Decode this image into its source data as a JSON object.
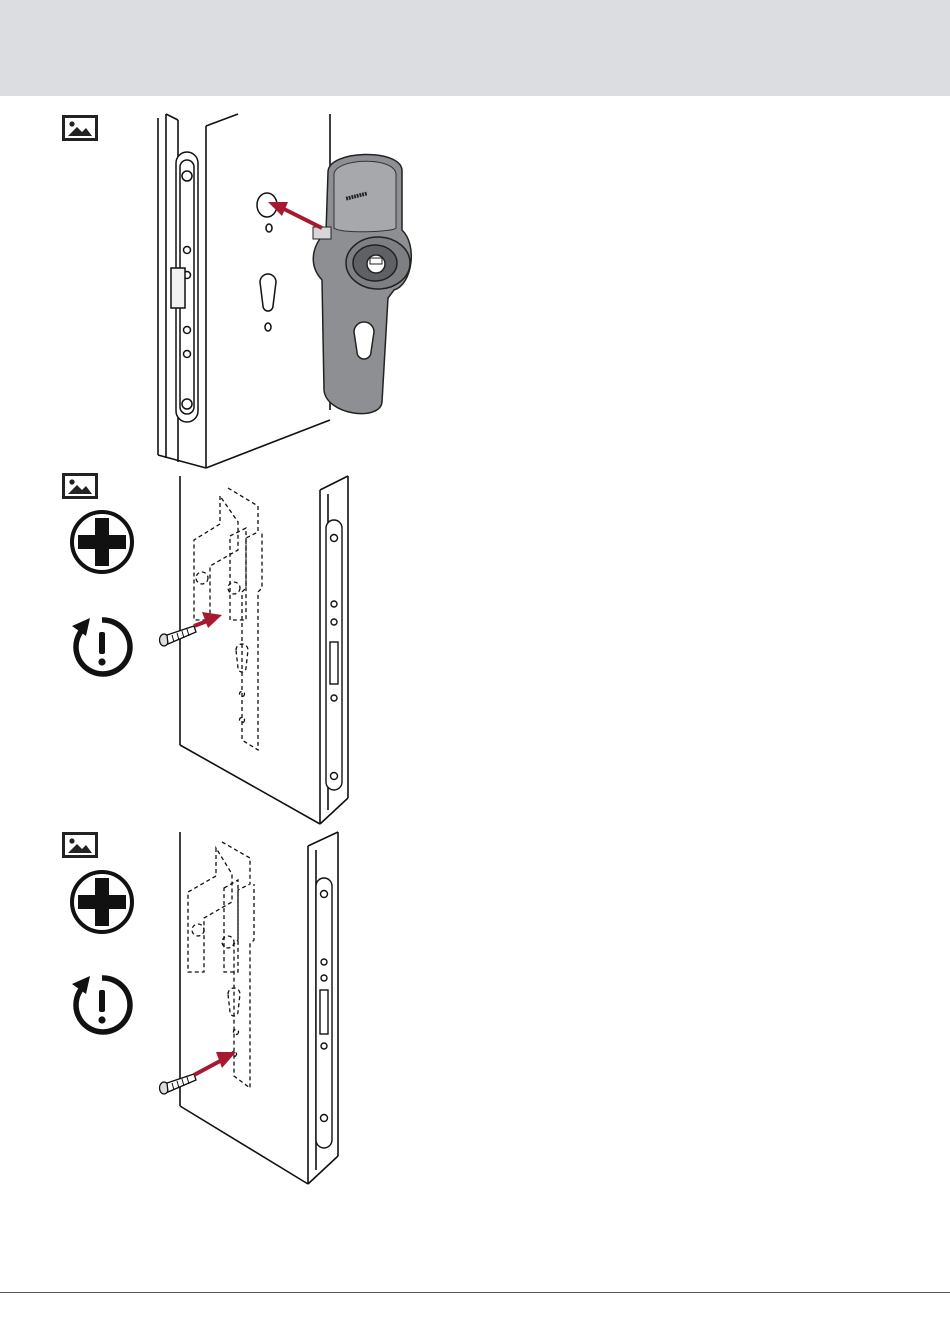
{
  "header": {},
  "steps": [
    {
      "id": 1,
      "icons": [
        "image-icon"
      ],
      "illustration": "door-handle-insert"
    },
    {
      "id": 2,
      "icons": [
        "image-icon",
        "phillips-screwdriver-icon",
        "torque-caution-icon"
      ],
      "illustration": "screw-upper"
    },
    {
      "id": 3,
      "icons": [
        "image-icon",
        "phillips-screwdriver-icon",
        "torque-caution-icon"
      ],
      "illustration": "screw-lower"
    }
  ],
  "colors": {
    "header": "#dcdde0",
    "arrow": "#a6192e",
    "line": "#111111",
    "handle": "#8d8f92"
  }
}
